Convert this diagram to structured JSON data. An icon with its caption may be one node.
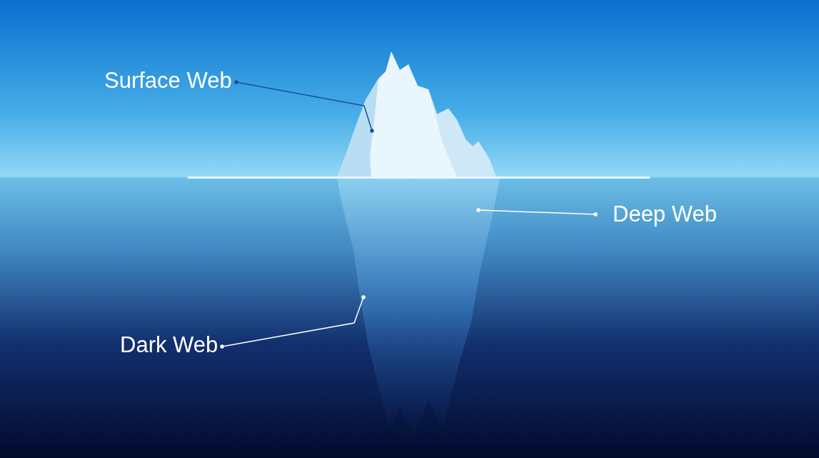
{
  "diagram": {
    "nodes": [
      {
        "text": [
          "Surface Web"
        ]
      },
      {
        "text": [
          "Deep Web"
        ]
      },
      {
        "text": [
          "Dark Web"
        ]
      }
    ],
    "edges": [
      {
        "from": 0,
        "to": null,
        "arrow": "other",
        "color": "#1a4f9a"
      },
      {
        "from": 1,
        "to": null,
        "arrow": "other"
      },
      {
        "from": 2,
        "to": null,
        "arrow": "other"
      }
    ]
  }
}
